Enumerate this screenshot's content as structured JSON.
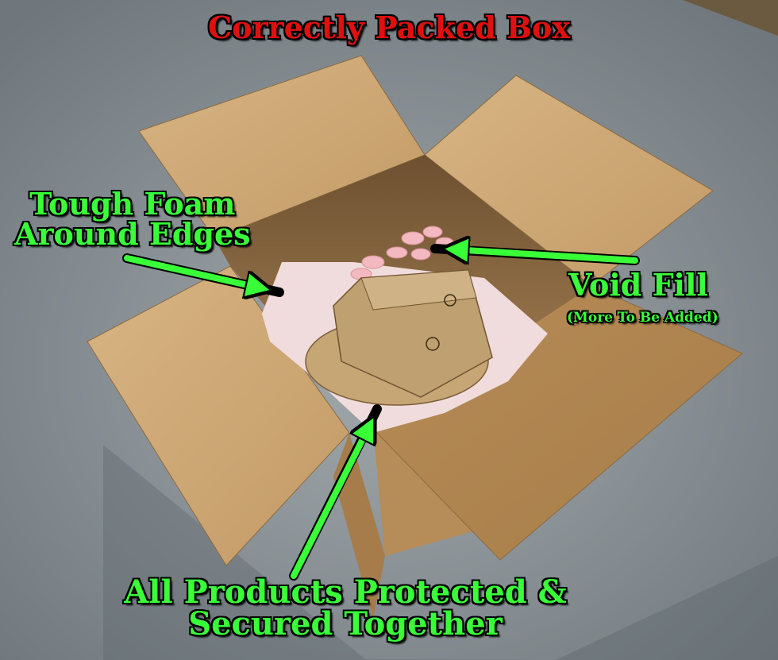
{
  "title": "Correctly Packed Box",
  "labels": {
    "foam_line1": "Tough Foam",
    "foam_line2": "Around Edges",
    "void_fill": "Void Fill",
    "void_fill_sub": "(More To Be Added)",
    "bottom_line1": "All Products Protected &",
    "bottom_line2": "Secured Together"
  },
  "colors": {
    "title": "#e01010",
    "annotation": "#39ff39",
    "cardboard": "#c9a270",
    "floor": "#8e9599"
  }
}
